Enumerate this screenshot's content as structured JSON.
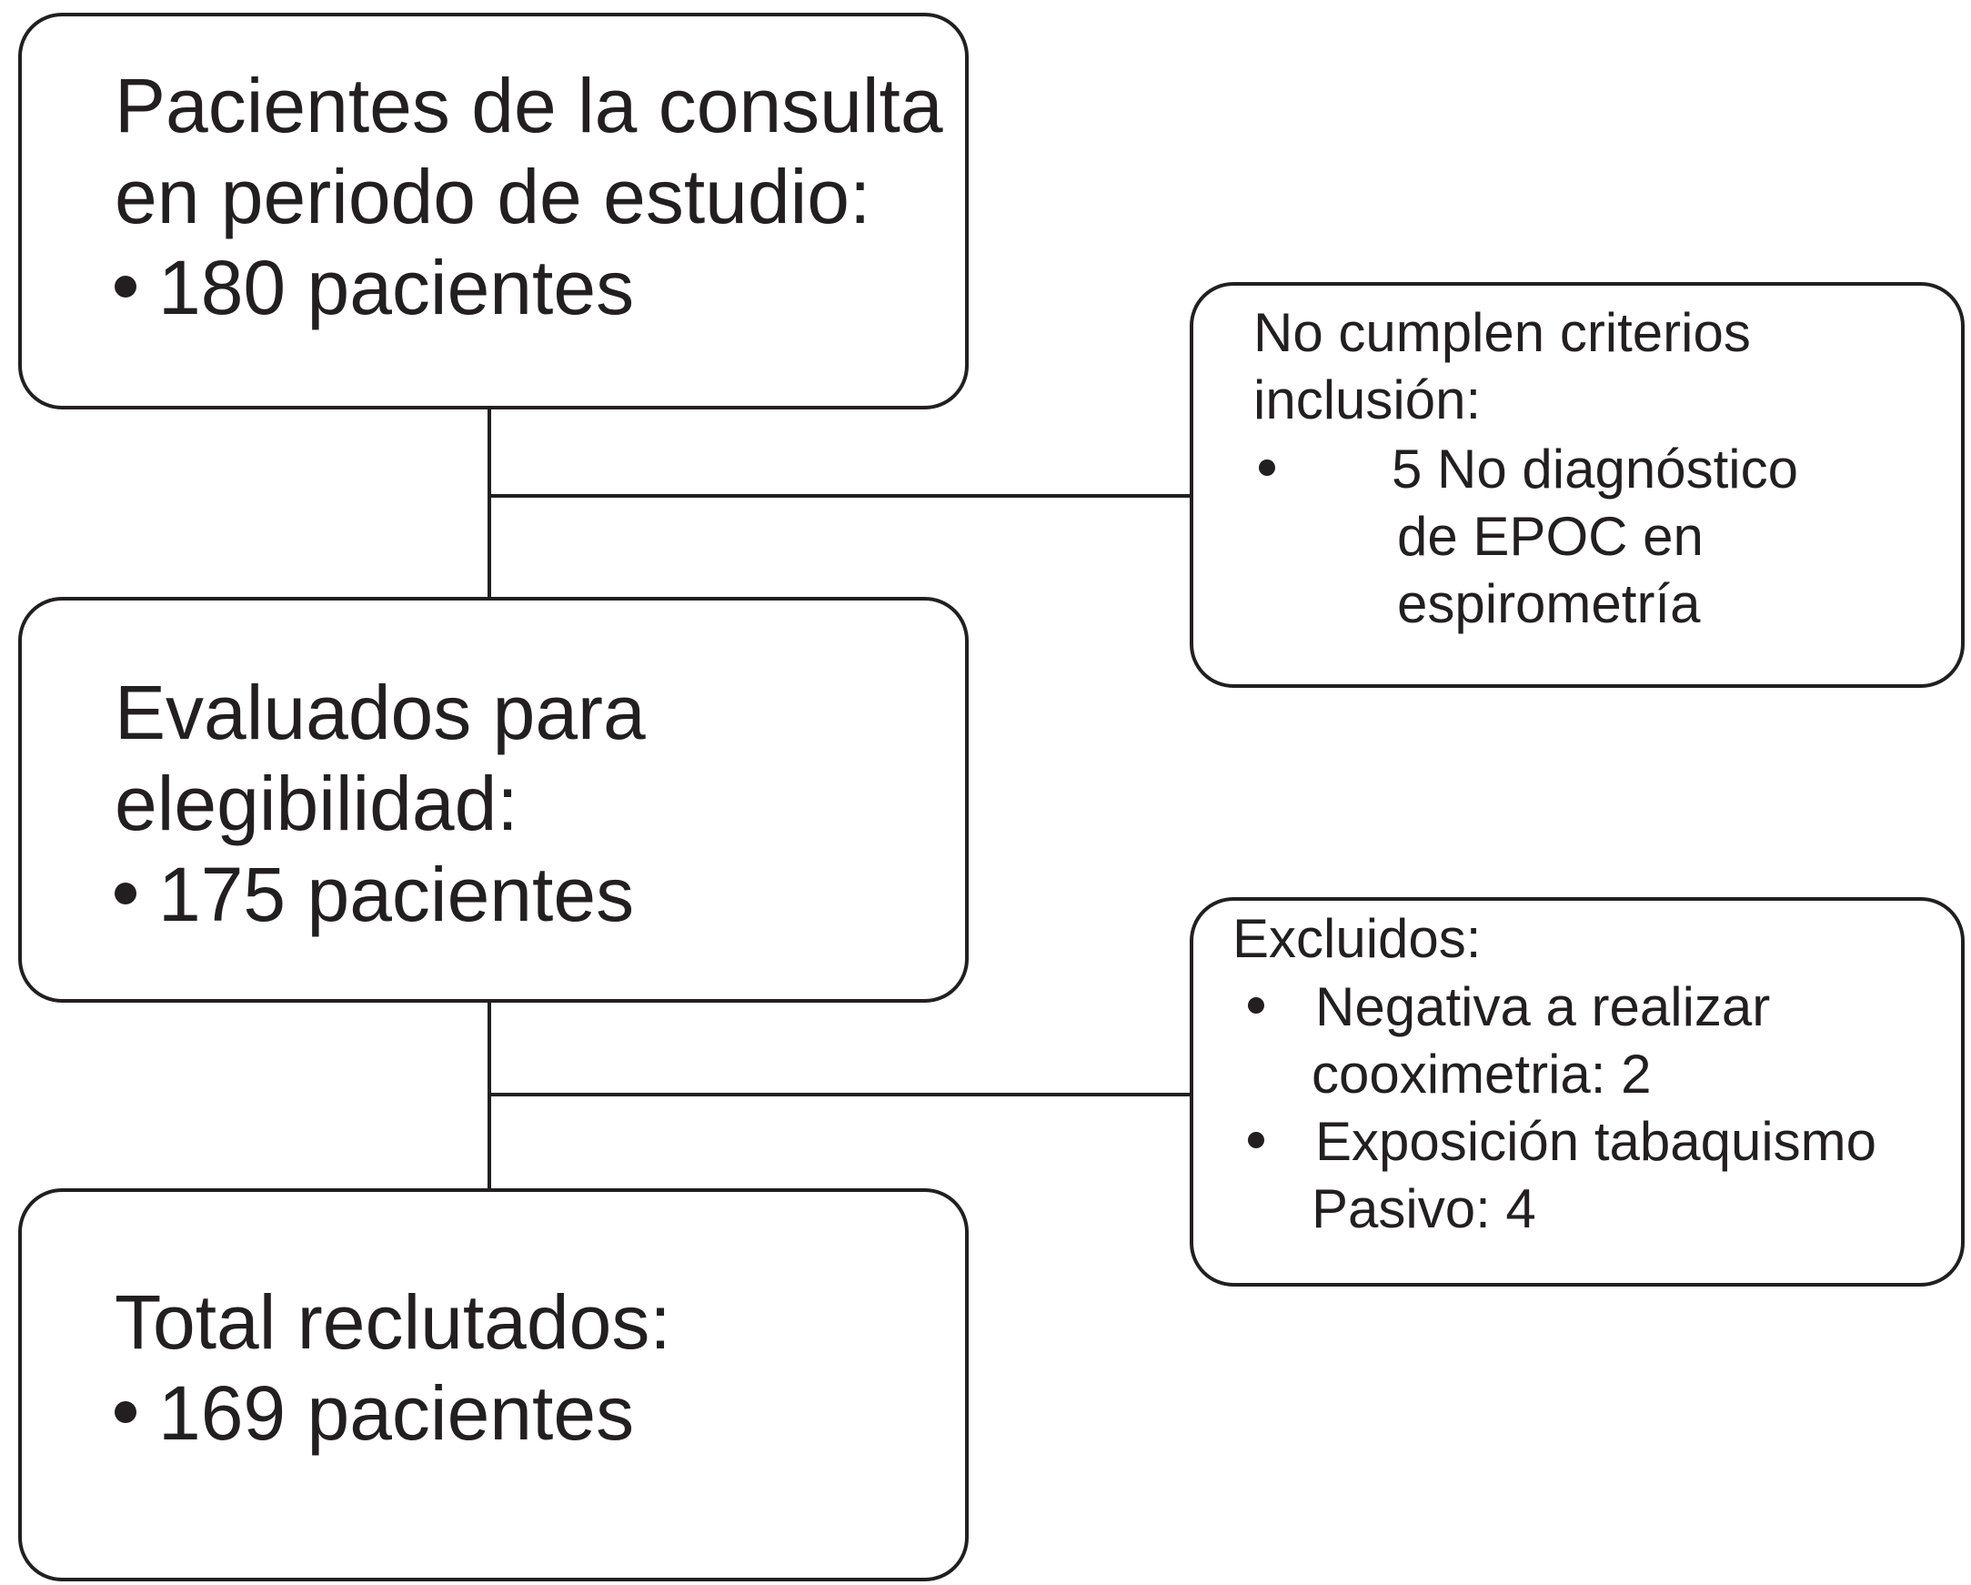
{
  "boxes": {
    "box1": {
      "line1": "Pacientes de la consulta",
      "line2": "en periodo de estudio:",
      "bullet": "180 pacientes"
    },
    "box2": {
      "line1": "Evaluados para",
      "line2": "elegibilidad:",
      "bullet": "175 pacientes"
    },
    "box3": {
      "line1": "Total reclutados:",
      "bullet": "169 pacientes"
    }
  },
  "side_boxes": {
    "excl1": {
      "line1": "No cumplen criterios",
      "line2": "inclusión:",
      "bullet_line1": "5 No diagnóstico",
      "bullet_line2": "de EPOC en",
      "bullet_line3": "espirometría"
    },
    "excl2": {
      "title": "Excluidos:",
      "item1_line1": "Negativa a realizar",
      "item1_line2": "cooximetria: 2",
      "item2_line1": "Exposición tabaquismo",
      "item2_line2": "Pasivo: 4"
    }
  },
  "colors": {
    "ink": "#231f20",
    "background": "#ffffff"
  }
}
